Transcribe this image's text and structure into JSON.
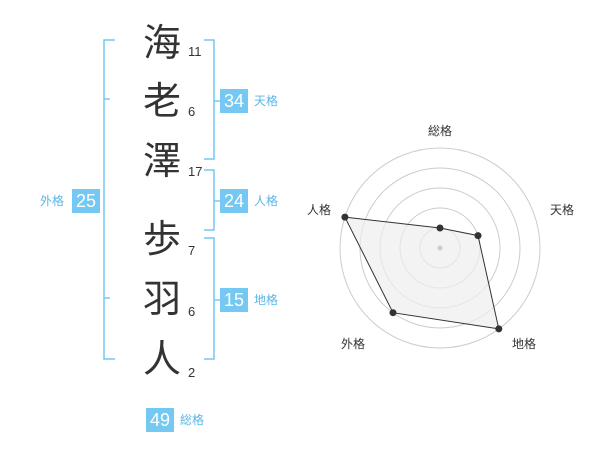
{
  "name": {
    "chars": [
      {
        "char": "海",
        "strokes": "11"
      },
      {
        "char": "老",
        "strokes": "6"
      },
      {
        "char": "澤",
        "strokes": "17"
      },
      {
        "char": "歩",
        "strokes": "7"
      },
      {
        "char": "羽",
        "strokes": "6"
      },
      {
        "char": "人",
        "strokes": "2"
      }
    ]
  },
  "kakusu": {
    "tenkaku": {
      "value": "34",
      "label": "天格"
    },
    "jinkaku": {
      "value": "24",
      "label": "人格"
    },
    "chikaku": {
      "value": "15",
      "label": "地格"
    },
    "gaikaku": {
      "value": "25",
      "label": "外格"
    },
    "soukaku": {
      "value": "49",
      "label": "総格"
    }
  },
  "colors": {
    "bracket": "#74c8f2",
    "badge": "#74c8f2",
    "badge_label": "#5ab6e6",
    "radar_fill": "#eeeeee",
    "radar_stroke": "#333333",
    "ring": "#cccccc"
  },
  "chart_data": {
    "type": "radar",
    "axes": [
      "総格",
      "天格",
      "地格",
      "外格",
      "人格"
    ],
    "values": [
      1,
      2,
      5,
      4,
      5
    ],
    "range": [
      0,
      5
    ]
  }
}
